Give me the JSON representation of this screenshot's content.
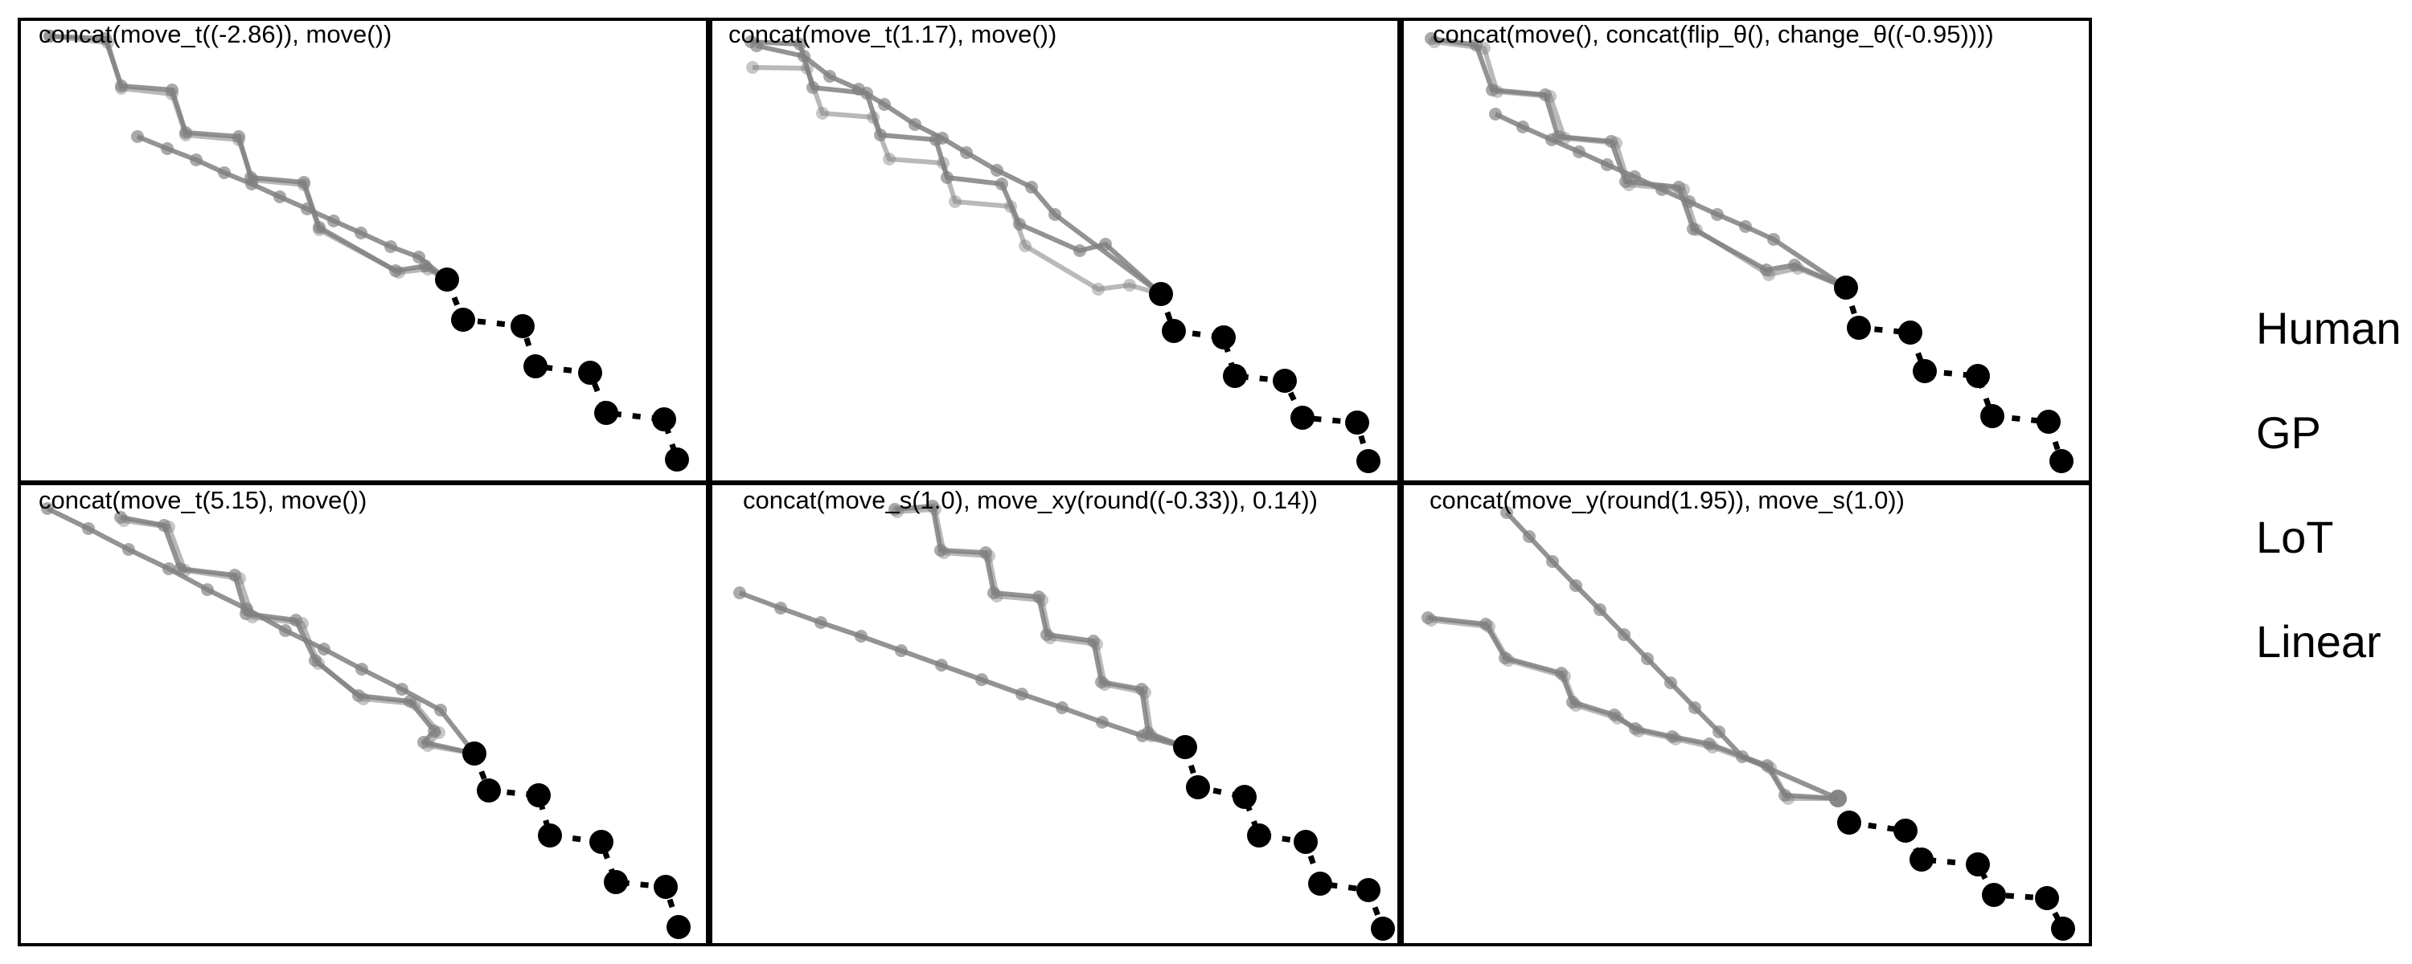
{
  "colors": {
    "observed": "#000000",
    "predicted": "#808080",
    "frame": "#000000",
    "background": "#ffffff"
  },
  "panels": [
    {
      "title": "concat(move_t((-2.86)), move())",
      "observed": [
        [
          556,
          348
        ],
        [
          576,
          398
        ],
        [
          650,
          406
        ],
        [
          666,
          456
        ],
        [
          734,
          464
        ],
        [
          754,
          514
        ],
        [
          826,
          522
        ],
        [
          842,
          572
        ]
      ],
      "predicted": [
        {
          "opacity": 0.85,
          "points": [
            [
              62,
              45
            ],
            [
              131,
              48
            ],
            [
              151,
              107
            ],
            [
              214,
              112
            ],
            [
              231,
              165
            ],
            [
              297,
              170
            ],
            [
              312,
              221
            ],
            [
              378,
              227
            ],
            [
              397,
              283
            ],
            [
              492,
              337
            ],
            [
              529,
              331
            ],
            [
              556,
              348
            ]
          ]
        },
        {
          "opacity": 0.55,
          "points": [
            [
              62,
              45
            ],
            [
              134,
              53
            ],
            [
              151,
              110
            ],
            [
              214,
              117
            ],
            [
              231,
              168
            ],
            [
              297,
              174
            ],
            [
              314,
              224
            ],
            [
              378,
              230
            ],
            [
              397,
              286
            ],
            [
              496,
              339
            ],
            [
              532,
              335
            ],
            [
              556,
              348
            ]
          ]
        },
        {
          "opacity": 0.85,
          "points": [
            [
              171,
              170
            ],
            [
              208,
              185
            ],
            [
              244,
              199
            ],
            [
              279,
              215
            ],
            [
              313,
              229
            ],
            [
              348,
              245
            ],
            [
              382,
              260
            ],
            [
              415,
              275
            ],
            [
              449,
              290
            ],
            [
              486,
              307
            ],
            [
              521,
              320
            ],
            [
              556,
              348
            ]
          ]
        }
      ]
    },
    {
      "title": "concat(move_t(1.17), move())",
      "observed": [
        [
          1444,
          366
        ],
        [
          1460,
          412
        ],
        [
          1522,
          420
        ],
        [
          1536,
          468
        ],
        [
          1598,
          474
        ],
        [
          1620,
          520
        ],
        [
          1688,
          526
        ],
        [
          1702,
          574
        ]
      ],
      "predicted": [
        {
          "opacity": 0.85,
          "points": [
            [
              934,
              52
            ],
            [
              995,
              55
            ],
            [
              1011,
              109
            ],
            [
              1078,
              116
            ],
            [
              1095,
              168
            ],
            [
              1164,
              174
            ],
            [
              1178,
              221
            ],
            [
              1246,
              229
            ],
            [
              1268,
              279
            ],
            [
              1343,
              312
            ],
            [
              1375,
              304
            ],
            [
              1444,
              366
            ]
          ]
        },
        {
          "opacity": 0.55,
          "points": [
            [
              936,
              84
            ],
            [
              1004,
              85
            ],
            [
              1023,
              141
            ],
            [
              1086,
              146
            ],
            [
              1106,
              198
            ],
            [
              1173,
              203
            ],
            [
              1188,
              251
            ],
            [
              1257,
              257
            ],
            [
              1275,
              306
            ],
            [
              1366,
              360
            ],
            [
              1405,
              355
            ],
            [
              1444,
              366
            ]
          ]
        },
        {
          "opacity": 0.85,
          "points": [
            [
              941,
              57
            ],
            [
              1000,
              70
            ],
            [
              1032,
              95
            ],
            [
              1068,
              111
            ],
            [
              1100,
              130
            ],
            [
              1138,
              155
            ],
            [
              1172,
              172
            ],
            [
              1202,
              190
            ],
            [
              1240,
              212
            ],
            [
              1283,
              233
            ],
            [
              1312,
              267
            ],
            [
              1444,
              366
            ]
          ]
        }
      ]
    },
    {
      "title": "concat(move(), concat(flip_θ(), change_θ((-0.95))))",
      "observed": [
        [
          2296,
          358
        ],
        [
          2312,
          408
        ],
        [
          2376,
          414
        ],
        [
          2394,
          462
        ],
        [
          2460,
          468
        ],
        [
          2478,
          518
        ],
        [
          2548,
          525
        ],
        [
          2564,
          574
        ]
      ],
      "predicted": [
        {
          "opacity": 0.85,
          "points": [
            [
              1780,
              48
            ],
            [
              1836,
              56
            ],
            [
              1856,
              112
            ],
            [
              1922,
              118
            ],
            [
              1938,
              170
            ],
            [
              2004,
              176
            ],
            [
              2022,
              226
            ],
            [
              2088,
              233
            ],
            [
              2106,
              285
            ],
            [
              2197,
              336
            ],
            [
              2232,
              330
            ],
            [
              2296,
              358
            ]
          ]
        },
        {
          "opacity": 0.55,
          "points": [
            [
              1784,
              52
            ],
            [
              1846,
              60
            ],
            [
              1862,
              114
            ],
            [
              1928,
              120
            ],
            [
              1946,
              172
            ],
            [
              2010,
              178
            ],
            [
              2026,
              230
            ],
            [
              2094,
              236
            ],
            [
              2110,
              286
            ],
            [
              2200,
              342
            ],
            [
              2236,
              334
            ],
            [
              2296,
              358
            ]
          ]
        },
        {
          "opacity": 0.85,
          "points": [
            [
              1860,
              142
            ],
            [
              1894,
              158
            ],
            [
              1930,
              174
            ],
            [
              1964,
              189
            ],
            [
              1999,
              205
            ],
            [
              2033,
              220
            ],
            [
              2067,
              236
            ],
            [
              2101,
              251
            ],
            [
              2136,
              267
            ],
            [
              2171,
              282
            ],
            [
              2206,
              298
            ],
            [
              2296,
              358
            ]
          ]
        }
      ]
    },
    {
      "title": "concat(move_t(5.15), move())",
      "observed": [
        [
          590,
          938
        ],
        [
          608,
          984
        ],
        [
          670,
          990
        ],
        [
          684,
          1040
        ],
        [
          748,
          1048
        ],
        [
          766,
          1098
        ],
        [
          828,
          1104
        ],
        [
          844,
          1154
        ]
      ],
      "predicted": [
        {
          "opacity": 0.85,
          "points": [
            [
              150,
              644
            ],
            [
              204,
              654
            ],
            [
              224,
              708
            ],
            [
              292,
              716
            ],
            [
              306,
              764
            ],
            [
              368,
              772
            ],
            [
              392,
              822
            ],
            [
              446,
              866
            ],
            [
              510,
              873
            ],
            [
              540,
              910
            ],
            [
              527,
              924
            ],
            [
              590,
              938
            ]
          ]
        },
        {
          "opacity": 0.55,
          "points": [
            [
              154,
              648
            ],
            [
              210,
              656
            ],
            [
              230,
              710
            ],
            [
              298,
              720
            ],
            [
              314,
              768
            ],
            [
              376,
              776
            ],
            [
              396,
              826
            ],
            [
              452,
              870
            ],
            [
              516,
              876
            ],
            [
              546,
              912
            ],
            [
              532,
              928
            ],
            [
              590,
              938
            ]
          ]
        },
        {
          "opacity": 0.85,
          "points": [
            [
              59,
              633
            ],
            [
              110,
              658
            ],
            [
              160,
              684
            ],
            [
              210,
              708
            ],
            [
              258,
              734
            ],
            [
              307,
              758
            ],
            [
              355,
              785
            ],
            [
              403,
              808
            ],
            [
              450,
              833
            ],
            [
              500,
              858
            ],
            [
              548,
              884
            ],
            [
              590,
              938
            ]
          ]
        }
      ]
    },
    {
      "title": "concat(move_s(1.0), move_xy(round((-0.33)), 0.14))",
      "observed": [
        [
          1474,
          930
        ],
        [
          1490,
          980
        ],
        [
          1548,
          992
        ],
        [
          1566,
          1040
        ],
        [
          1624,
          1048
        ],
        [
          1642,
          1100
        ],
        [
          1702,
          1108
        ],
        [
          1720,
          1156
        ]
      ],
      "predicted": [
        {
          "opacity": 0.85,
          "points": [
            [
              1113,
              634
            ],
            [
              1160,
              630
            ],
            [
              1170,
              685
            ],
            [
              1226,
              688
            ],
            [
              1236,
              738
            ],
            [
              1292,
              743
            ],
            [
              1302,
              790
            ],
            [
              1360,
              798
            ],
            [
              1370,
              849
            ],
            [
              1420,
              858
            ],
            [
              1428,
              912
            ],
            [
              1474,
              930
            ]
          ]
        },
        {
          "opacity": 0.55,
          "points": [
            [
              1116,
              637
            ],
            [
              1163,
              634
            ],
            [
              1174,
              688
            ],
            [
              1230,
              692
            ],
            [
              1240,
              742
            ],
            [
              1296,
              747
            ],
            [
              1306,
              794
            ],
            [
              1364,
              802
            ],
            [
              1374,
              852
            ],
            [
              1424,
              862
            ],
            [
              1432,
              916
            ],
            [
              1474,
              930
            ]
          ]
        },
        {
          "opacity": 0.85,
          "points": [
            [
              920,
              738
            ],
            [
              971,
              757
            ],
            [
              1021,
              775
            ],
            [
              1071,
              792
            ],
            [
              1121,
              810
            ],
            [
              1171,
              828
            ],
            [
              1221,
              846
            ],
            [
              1271,
              864
            ],
            [
              1321,
              881
            ],
            [
              1371,
              899
            ],
            [
              1421,
              916
            ],
            [
              1474,
              930
            ]
          ]
        }
      ]
    },
    {
      "title": "concat(move_y(round(1.95)), move_s(1.0))",
      "observed": [
        [
          2300,
          1024
        ],
        [
          2370,
          1034
        ],
        [
          2390,
          1070
        ],
        [
          2460,
          1076
        ],
        [
          2480,
          1114
        ],
        [
          2546,
          1118
        ],
        [
          2566,
          1156
        ]
      ],
      "predicted": [
        {
          "opacity": 0.85,
          "points": [
            [
              1776,
              769
            ],
            [
              1848,
              777
            ],
            [
              1872,
              819
            ],
            [
              1942,
              838
            ],
            [
              1956,
              874
            ],
            [
              2008,
              890
            ],
            [
              2034,
              907
            ],
            [
              2080,
              917
            ],
            [
              2126,
              926
            ],
            [
              2198,
              953
            ],
            [
              2220,
              990
            ],
            [
              2286,
              994
            ]
          ]
        },
        {
          "opacity": 0.55,
          "points": [
            [
              1780,
              772
            ],
            [
              1852,
              780
            ],
            [
              1876,
              822
            ],
            [
              1946,
              842
            ],
            [
              1960,
              878
            ],
            [
              2012,
              894
            ],
            [
              2038,
              910
            ],
            [
              2084,
              920
            ],
            [
              2130,
              930
            ],
            [
              2202,
              956
            ],
            [
              2224,
              994
            ],
            [
              2286,
              994
            ]
          ]
        },
        {
          "opacity": 0.85,
          "points": [
            [
              1874,
              638
            ],
            [
              1902,
              668
            ],
            [
              1931,
              699
            ],
            [
              1960,
              729
            ],
            [
              1990,
              759
            ],
            [
              2020,
              790
            ],
            [
              2049,
              820
            ],
            [
              2078,
              850
            ],
            [
              2108,
              881
            ],
            [
              2138,
              911
            ],
            [
              2167,
              942
            ],
            [
              2286,
              994
            ]
          ]
        }
      ]
    }
  ],
  "legend": {
    "labels": [
      "Human",
      "GP",
      "LoT",
      "Linear"
    ]
  }
}
